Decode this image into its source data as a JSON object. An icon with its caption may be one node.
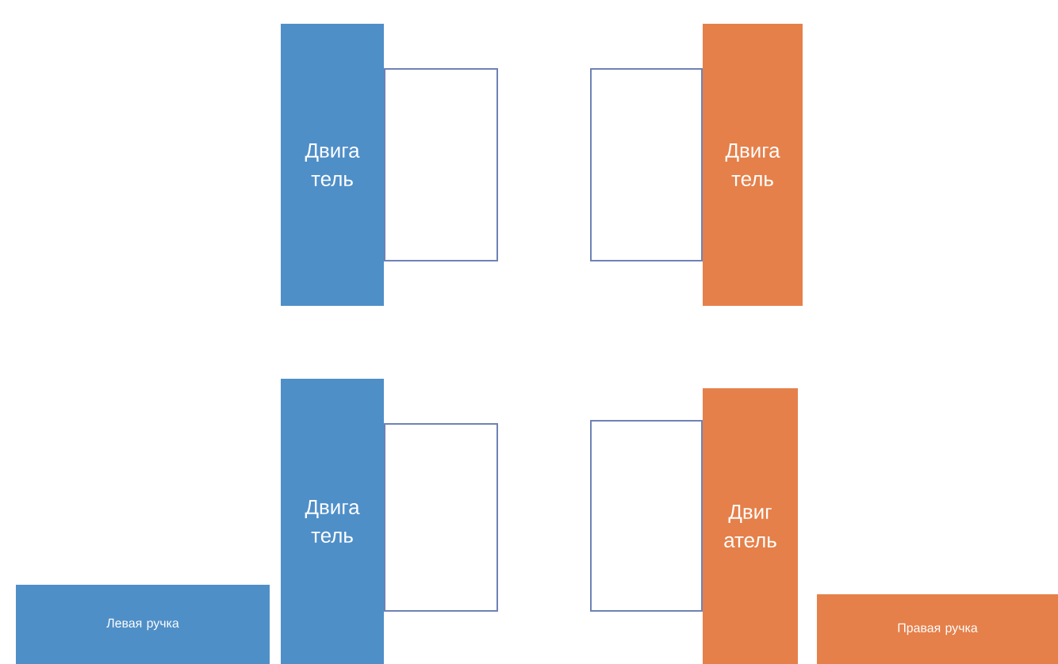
{
  "diagram": {
    "nodes": [
      {
        "text": [
          "Двига тель"
        ]
      },
      {
        "text": [],
        "shape": "box"
      },
      {
        "text": [],
        "shape": "box"
      },
      {
        "text": [
          "Двига тель"
        ]
      },
      {
        "text": [
          "Двига тель"
        ]
      },
      {
        "text": [],
        "shape": "box"
      },
      {
        "text": [],
        "shape": "box"
      },
      {
        "text": [
          "Двиг атель"
        ]
      },
      {
        "text": [
          "Левая ручка"
        ]
      },
      {
        "text": [
          "Правая ручка"
        ]
      }
    ]
  }
}
